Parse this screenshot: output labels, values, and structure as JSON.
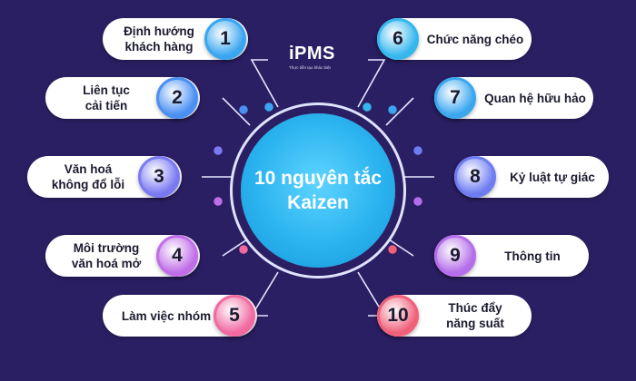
{
  "logo": {
    "mark": "iPMS",
    "tagline": "Thực tiễn tạo khác biệt"
  },
  "center": {
    "title": "10 nguyên tắc Kaizen"
  },
  "principles": [
    {
      "number": "1",
      "label": "Định hướng\nkhách hàng",
      "color": "#3aa6f0"
    },
    {
      "number": "2",
      "label": "Liên tục\ncải tiến",
      "color": "#4a8ff2"
    },
    {
      "number": "3",
      "label": "Văn hoá\nkhông đổ lỗi",
      "color": "#7a79f2"
    },
    {
      "number": "4",
      "label": "Môi trường\nvăn hoá mở",
      "color": "#c06ee8"
    },
    {
      "number": "5",
      "label": "Làm việc nhóm",
      "color": "#f06aa0"
    },
    {
      "number": "6",
      "label": "Chức năng chéo",
      "color": "#35b7ee"
    },
    {
      "number": "7",
      "label": "Quan hệ hữu hảo",
      "color": "#3aa7f0"
    },
    {
      "number": "8",
      "label": "Kỷ luật tự giác",
      "color": "#6e7cf2"
    },
    {
      "number": "9",
      "label": "Thông tin",
      "color": "#b46ee9"
    },
    {
      "number": "10",
      "label": "Thúc đẩy\nnăng suất",
      "color": "#f0607a"
    }
  ]
}
